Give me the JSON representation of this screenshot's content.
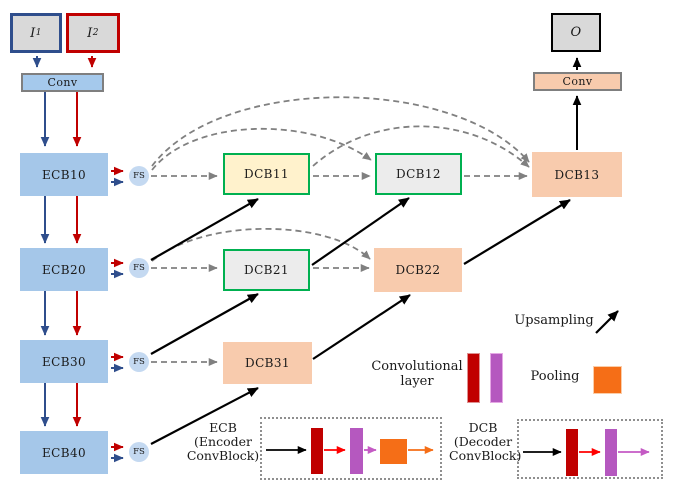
{
  "nodes": {
    "i1": {
      "base": "I",
      "sub": "1"
    },
    "i2": {
      "base": "I",
      "sub": "2"
    },
    "conv_in": {
      "label": "Conv"
    },
    "ecb10": {
      "label": "ECB10"
    },
    "ecb20": {
      "label": "ECB20"
    },
    "ecb30": {
      "label": "ECB30"
    },
    "ecb40": {
      "label": "ECB40"
    },
    "fs": {
      "label": "FS"
    },
    "dcb11": {
      "label": "DCB11"
    },
    "dcb12": {
      "label": "DCB12"
    },
    "dcb13": {
      "label": "DCB13"
    },
    "dcb21": {
      "label": "DCB21"
    },
    "dcb22": {
      "label": "DCB22"
    },
    "dcb31": {
      "label": "DCB31"
    },
    "conv_out": {
      "label": "Conv"
    },
    "output": {
      "label": "O"
    }
  },
  "legend": {
    "upsampling_label": "Upsampling",
    "conv_layer_line1": "Convolutional",
    "conv_layer_line2": "layer",
    "pooling_label": "Pooling",
    "ecb_inset": {
      "abbr": "ECB",
      "line2": "(Encoder",
      "line3": "ConvBlock)"
    },
    "dcb_inset": {
      "abbr": "DCB",
      "line2": "(Decoder",
      "line3": "ConvBlock)"
    }
  },
  "colors": {
    "ecb_fill": "#A5C7E9",
    "fs_fill": "#C4D9F1",
    "dcb_yellow_fill": "#FFF2CC",
    "dcb_gray_fill": "#ECECEC",
    "dcb_peach_fill": "#F8CBAD",
    "green_border": "#00B050",
    "blue_arrow": "#2F4E8C",
    "dark_red_arrow": "#C00000",
    "gray_dashed": "#808080",
    "black_arrow": "#000000",
    "conv_layer_red": "#C00000",
    "conv_layer_purple": "#B558BF",
    "pooling_orange": "#F56E17",
    "input_box_fill": "#D9D9D9"
  },
  "edges": [
    {
      "from": "I1",
      "to": "Conv_in",
      "type": "blue-solid"
    },
    {
      "from": "I2",
      "to": "Conv_in",
      "type": "red-solid"
    },
    {
      "from": "Conv_in",
      "to": "ECB10",
      "type": "blue+red-solid"
    },
    {
      "from": "ECB10",
      "to": "ECB20",
      "type": "blue+red-solid"
    },
    {
      "from": "ECB20",
      "to": "ECB30",
      "type": "blue+red-solid"
    },
    {
      "from": "ECB30",
      "to": "ECB40",
      "type": "blue+red-solid"
    },
    {
      "from": "ECB10",
      "to": "FS1",
      "type": "blue+red-dashed"
    },
    {
      "from": "ECB20",
      "to": "FS2",
      "type": "blue+red-dashed"
    },
    {
      "from": "ECB30",
      "to": "FS3",
      "type": "blue+red-dashed"
    },
    {
      "from": "ECB40",
      "to": "FS4",
      "type": "blue+red-dashed"
    },
    {
      "from": "FS1",
      "to": "DCB11",
      "type": "gray-dashed"
    },
    {
      "from": "FS1",
      "to": "DCB12",
      "type": "gray-dashed-arc"
    },
    {
      "from": "FS1",
      "to": "DCB13",
      "type": "gray-dashed-arc"
    },
    {
      "from": "DCB11",
      "to": "DCB12",
      "type": "gray-dashed"
    },
    {
      "from": "DCB11",
      "to": "DCB13",
      "type": "gray-dashed-arc"
    },
    {
      "from": "DCB12",
      "to": "DCB13",
      "type": "gray-dashed"
    },
    {
      "from": "FS2",
      "to": "DCB21",
      "type": "gray-dashed"
    },
    {
      "from": "FS2",
      "to": "DCB22",
      "type": "gray-dashed-arc"
    },
    {
      "from": "DCB21",
      "to": "DCB22",
      "type": "gray-dashed"
    },
    {
      "from": "FS3",
      "to": "DCB31",
      "type": "gray-dashed"
    },
    {
      "from": "FS2",
      "to": "DCB11",
      "type": "upsampling"
    },
    {
      "from": "FS3",
      "to": "DCB21",
      "type": "upsampling"
    },
    {
      "from": "FS4",
      "to": "DCB31",
      "type": "upsampling"
    },
    {
      "from": "DCB21",
      "to": "DCB12",
      "type": "upsampling"
    },
    {
      "from": "DCB31",
      "to": "DCB22",
      "type": "upsampling"
    },
    {
      "from": "DCB22",
      "to": "DCB13",
      "type": "upsampling"
    },
    {
      "from": "DCB13",
      "to": "Conv_out",
      "type": "black-solid"
    },
    {
      "from": "Conv_out",
      "to": "O",
      "type": "black-solid"
    }
  ]
}
